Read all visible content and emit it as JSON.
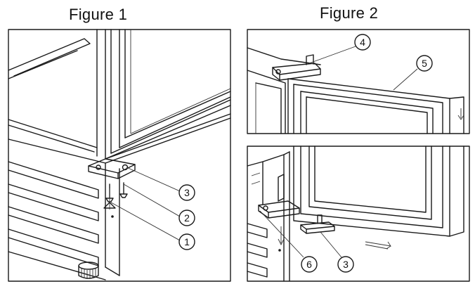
{
  "figures": [
    {
      "title": "Figure 1"
    },
    {
      "title": "Figure 2"
    }
  ],
  "callouts": {
    "fig1": [
      "3",
      "2",
      "1"
    ],
    "fig2_top": [
      "4",
      "5"
    ],
    "fig2_bottom": [
      "6",
      "3"
    ]
  }
}
